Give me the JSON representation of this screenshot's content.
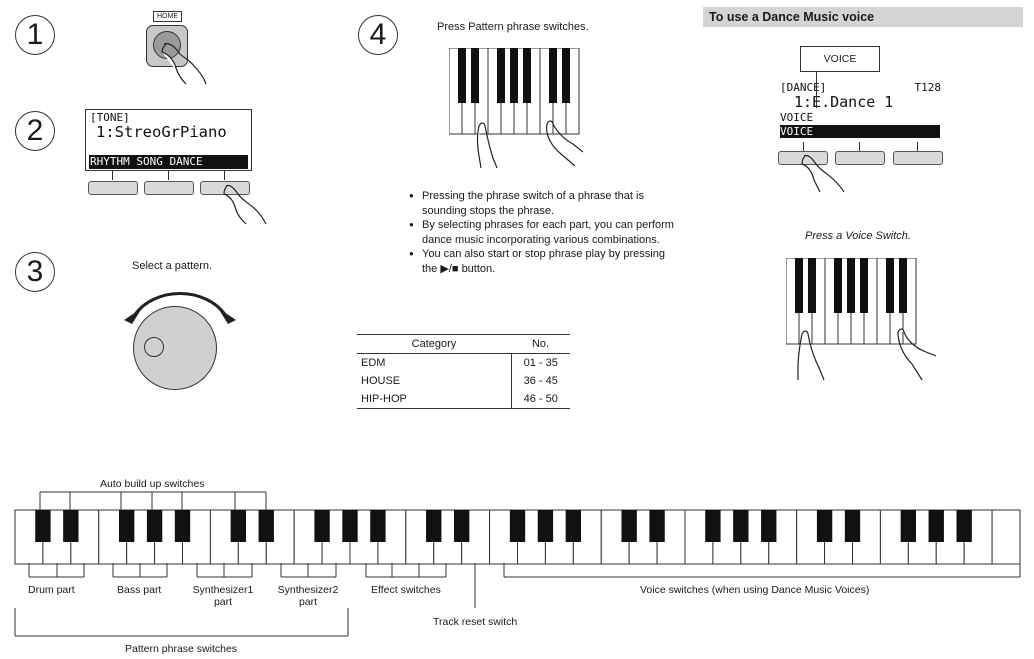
{
  "steps": [
    {
      "number": "1"
    },
    {
      "number": "2"
    },
    {
      "number": "3"
    },
    {
      "number": "4"
    }
  ],
  "home_button_label": "HOME",
  "tone_display": {
    "line1": "[TONE]",
    "line2": "1:StreoGrPiano",
    "soft_row": "RHYTHM SONG DANCE"
  },
  "step3_caption": "Select a pattern.",
  "step4_caption": "Press Pattern phrase switches.",
  "notes": [
    "Pressing the phrase switch of a phrase that is sounding stops the phrase.",
    "By selecting phrases for each part, you can perform dance music incorporating various combinations.",
    "You can also start or stop phrase play by pressing the ▶/■ button."
  ],
  "category_table": {
    "headers": [
      "Category",
      "No."
    ],
    "rows": [
      [
        "EDM",
        "01 - 35"
      ],
      [
        "HOUSE",
        "36 - 45"
      ],
      [
        "HIP-HOP",
        "46 - 50"
      ]
    ]
  },
  "dance_section": {
    "title": "To use a Dance Music voice",
    "voice_callout": "VOICE",
    "display_line1_left": "[DANCE]",
    "display_line1_right": "T128",
    "display_line2": "1:E.Dance 1",
    "display_line3": "VOICE",
    "display_line4": "VOICE",
    "caption": "Press a Voice Switch."
  },
  "keyboard_labels": {
    "auto_build": "Auto build up switches",
    "drum": "Drum part",
    "bass": "Bass part",
    "synth1_line1": "Synthesizer1",
    "synth1_line2": "part",
    "synth2_line1": "Synthesizer2",
    "synth2_line2": "part",
    "effect": "Effect switches",
    "voice": "Voice switches (when using Dance Music Voices)",
    "track_reset": "Track reset switch",
    "pattern_phrase": "Pattern phrase switches"
  },
  "colors": {
    "title_bar": "#d4d4d4",
    "button_gray": "#bdbdbd",
    "dial_gray": "#d0d0d0",
    "key_black": "#111111"
  }
}
